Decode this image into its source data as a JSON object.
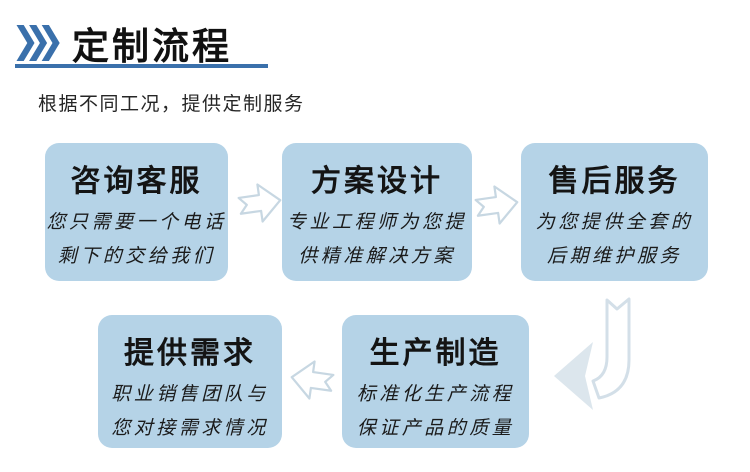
{
  "header": {
    "icon": "triple-chevron-right-icon",
    "title": "定制流程"
  },
  "subtitle": "根据不同工况，提供定制服务",
  "steps": [
    {
      "id": "consult",
      "title": "咨询客服",
      "line1": "您只需要一个电话",
      "line2": "剩下的交给我们"
    },
    {
      "id": "design",
      "title": "方案设计",
      "line1": "专业工程师为您提",
      "line2": "供精准解决方案"
    },
    {
      "id": "aftersales",
      "title": "售后服务",
      "line1": "为您提供全套的",
      "line2": "后期维护服务"
    },
    {
      "id": "requirements",
      "title": "提供需求",
      "line1": "职业销售团队与",
      "line2": "您对接需求情况"
    },
    {
      "id": "production",
      "title": "生产制造",
      "line1": "标准化生产流程",
      "line2": "保证产品的质量"
    }
  ],
  "arrows": [
    {
      "name": "flow-arrow-right-icon",
      "from": "咨询客服",
      "to": "方案设计",
      "direction": "right"
    },
    {
      "name": "flow-arrow-right-icon",
      "from": "方案设计",
      "to": "售后服务",
      "direction": "right"
    },
    {
      "name": "flow-arrow-left-icon",
      "from": "生产制造",
      "to": "提供需求",
      "direction": "left"
    },
    {
      "name": "curved-arrow-down-left-icon",
      "from": "售后服务",
      "to": "生产制造",
      "direction": "down-left"
    }
  ],
  "colors": {
    "accent_blue": "#3a70ab",
    "box_fill": "#b5d3e7",
    "title_text": "#111111",
    "body_text": "#1b1b1b",
    "arrow_outline": "#c7d7e2",
    "arrow_solid_fill": "#dce6ed",
    "background": "#ffffff"
  }
}
